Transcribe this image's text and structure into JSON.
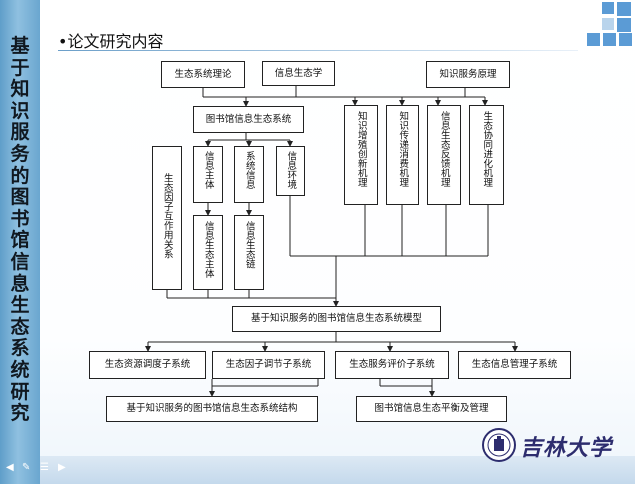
{
  "sidebar": {
    "title_chars": [
      "基",
      "于",
      "知",
      "识",
      "服",
      "务",
      "的",
      "图",
      "书",
      "馆",
      "信",
      "息",
      "生",
      "态",
      "系",
      "统",
      "研",
      "究"
    ]
  },
  "slide": {
    "heading": "•论文研究内容"
  },
  "colors": {
    "sidebar": "#6aa6cf",
    "accent_squares": "#5b9bd5",
    "logo": "#2d2d6e"
  },
  "diagram": {
    "theories": [
      "生态系统理论",
      "信息生态学",
      "知识服务原理"
    ],
    "library_ecosystem": "图书馆信息生态系统",
    "mechanisms": [
      "知识增殖创新机理",
      "知识传递消费机理",
      "信息生态反馈机理",
      "生态协同进化机理"
    ],
    "factor_relation": "生态因子互作用关系",
    "elements": [
      "信息主体",
      "系统信息",
      "信息环境"
    ],
    "sub_elements": [
      "信息生态主体",
      "信息生态链"
    ],
    "model": "基于知识服务的图书馆信息生态系统模型",
    "subsystems": [
      "生态资源调度子系统",
      "生态因子调节子系统",
      "生态服务评价子系统",
      "生态信息管理子系统"
    ],
    "outcomes": [
      "基于知识服务的图书馆信息生态系统结构",
      "图书馆信息生态平衡及管理"
    ]
  },
  "logo": {
    "university_name": "吉林大学",
    "emblem_icon": "university-emblem-icon"
  },
  "nav_icons": [
    "prev-arrow-icon",
    "pen-icon",
    "menu-icon",
    "next-arrow-icon"
  ]
}
